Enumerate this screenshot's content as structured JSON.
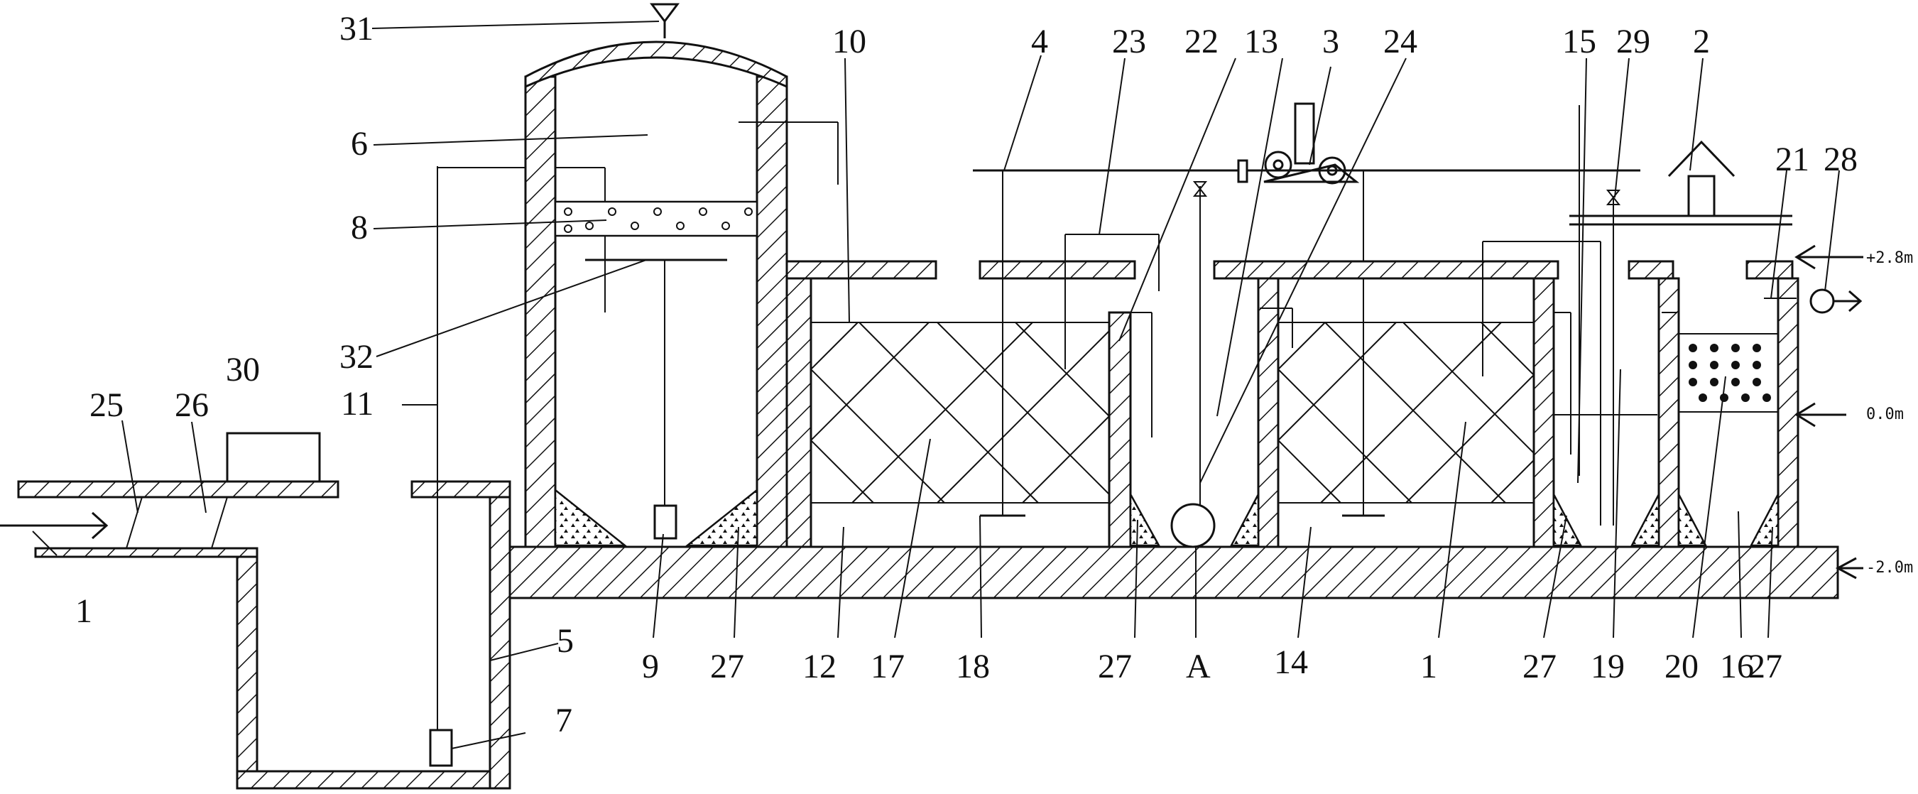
{
  "labels": {
    "l31": "31",
    "l6": "6",
    "l8": "8",
    "l32": "32",
    "l11": "11",
    "l30": "30",
    "l25": "25",
    "l26": "26",
    "l1a": "1",
    "l5": "5",
    "l7": "7",
    "l9": "9",
    "l27a": "27",
    "l10": "10",
    "l4": "4",
    "l23": "23",
    "l22": "22",
    "l13": "13",
    "l3": "3",
    "l24": "24",
    "l15": "15",
    "l29": "29",
    "l2": "2",
    "l21": "21",
    "l28": "28",
    "l12": "12",
    "l17": "17",
    "l18": "18",
    "l27b": "27",
    "lA": "A",
    "l14": "14",
    "l1b": "1",
    "l27c": "27",
    "l19": "19",
    "l20": "20",
    "l16": "16",
    "l27d": "27"
  },
  "levels": {
    "top": "+2.8m",
    "zero": "0.0m",
    "bottom": "-2.0m"
  }
}
